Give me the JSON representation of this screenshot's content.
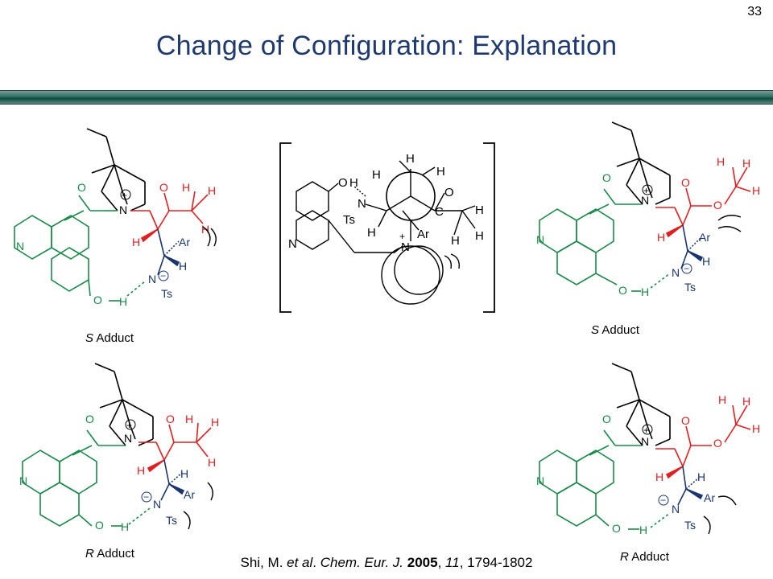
{
  "slide": {
    "number": "33",
    "title": "Change of Configuration: Explanation"
  },
  "adducts": [
    {
      "letter": "S",
      "word": "Adduct"
    },
    {
      "letter": "S",
      "word": "Adduct"
    },
    {
      "letter": "R",
      "word": "Adduct"
    },
    {
      "letter": "R",
      "word": "Adduct"
    }
  ],
  "atoms": {
    "N": "N",
    "O": "O",
    "H": "H",
    "Ts": "Ts",
    "Ar": "Ar",
    "plus": "+",
    "minus": "−"
  },
  "citation": {
    "authors": "Shi, M. ",
    "etal": "et al",
    "dot": ". ",
    "journal": "Chem. Eur. J.",
    "year": "2005",
    "volume": "11",
    "pages": "1794-1802"
  },
  "colors": {
    "title": "#1f3a6e",
    "green": "#1a8a4a",
    "red": "#e02020",
    "navy": "#1a3570",
    "bar": "#2e6f64"
  }
}
